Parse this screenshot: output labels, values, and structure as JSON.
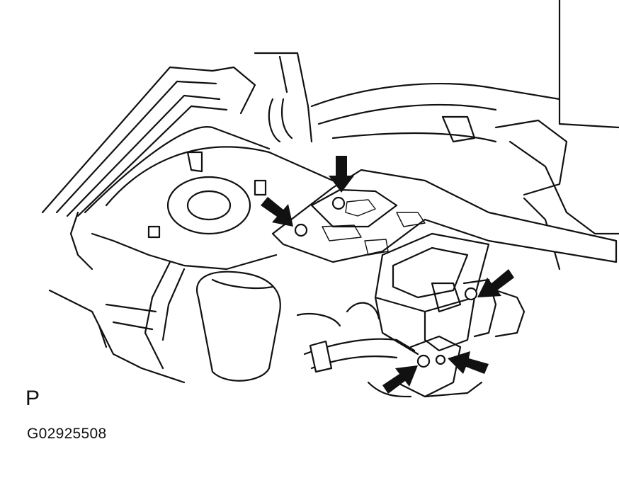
{
  "view_label": "P",
  "figure_id": "G02925508",
  "callout_arrows": [
    {
      "id": "arrow-top-bolt"
    },
    {
      "id": "arrow-left-bolt"
    },
    {
      "id": "arrow-right-bolt"
    },
    {
      "id": "arrow-bottom-left-bolt"
    },
    {
      "id": "arrow-bottom-right-bolt"
    }
  ],
  "colors": {
    "line": "#111111",
    "background": "#ffffff"
  }
}
